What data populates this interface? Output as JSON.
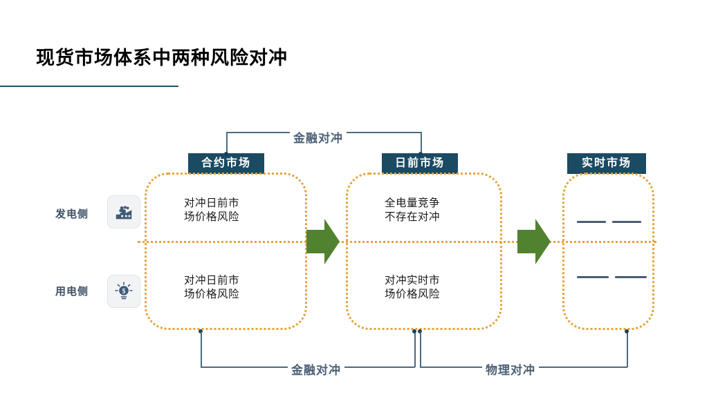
{
  "slide": {
    "title": "现货市场体系中两种风险对冲"
  },
  "rows": [
    {
      "label": "发电侧",
      "icon": "factory-icon"
    },
    {
      "label": "用电侧",
      "icon": "lightbulb-dollar-icon"
    }
  ],
  "columns": [
    {
      "header": "合约市场",
      "top_cell": "对冲日前市\n场价格风险",
      "bottom_cell": "对冲日前市\n场价格风险"
    },
    {
      "header": "日前市场",
      "top_cell": "全电量竞争\n不存在对冲",
      "bottom_cell": "对冲实时市\n场价格风险"
    },
    {
      "header": "实时市场",
      "top_cell": "",
      "bottom_cell": ""
    }
  ],
  "connectors": {
    "top_label": "金融对冲",
    "bottom_left_label": "金融对冲",
    "bottom_right_label": "物理对冲"
  },
  "colors": {
    "header_navy": "#1b4a63",
    "dotted_border_orange": "#e3a43c",
    "arrow_green": "#51822f",
    "connector_blue": "#4a6a80",
    "title_rule": "#1f4e66",
    "row_label": "#3d4f66"
  }
}
